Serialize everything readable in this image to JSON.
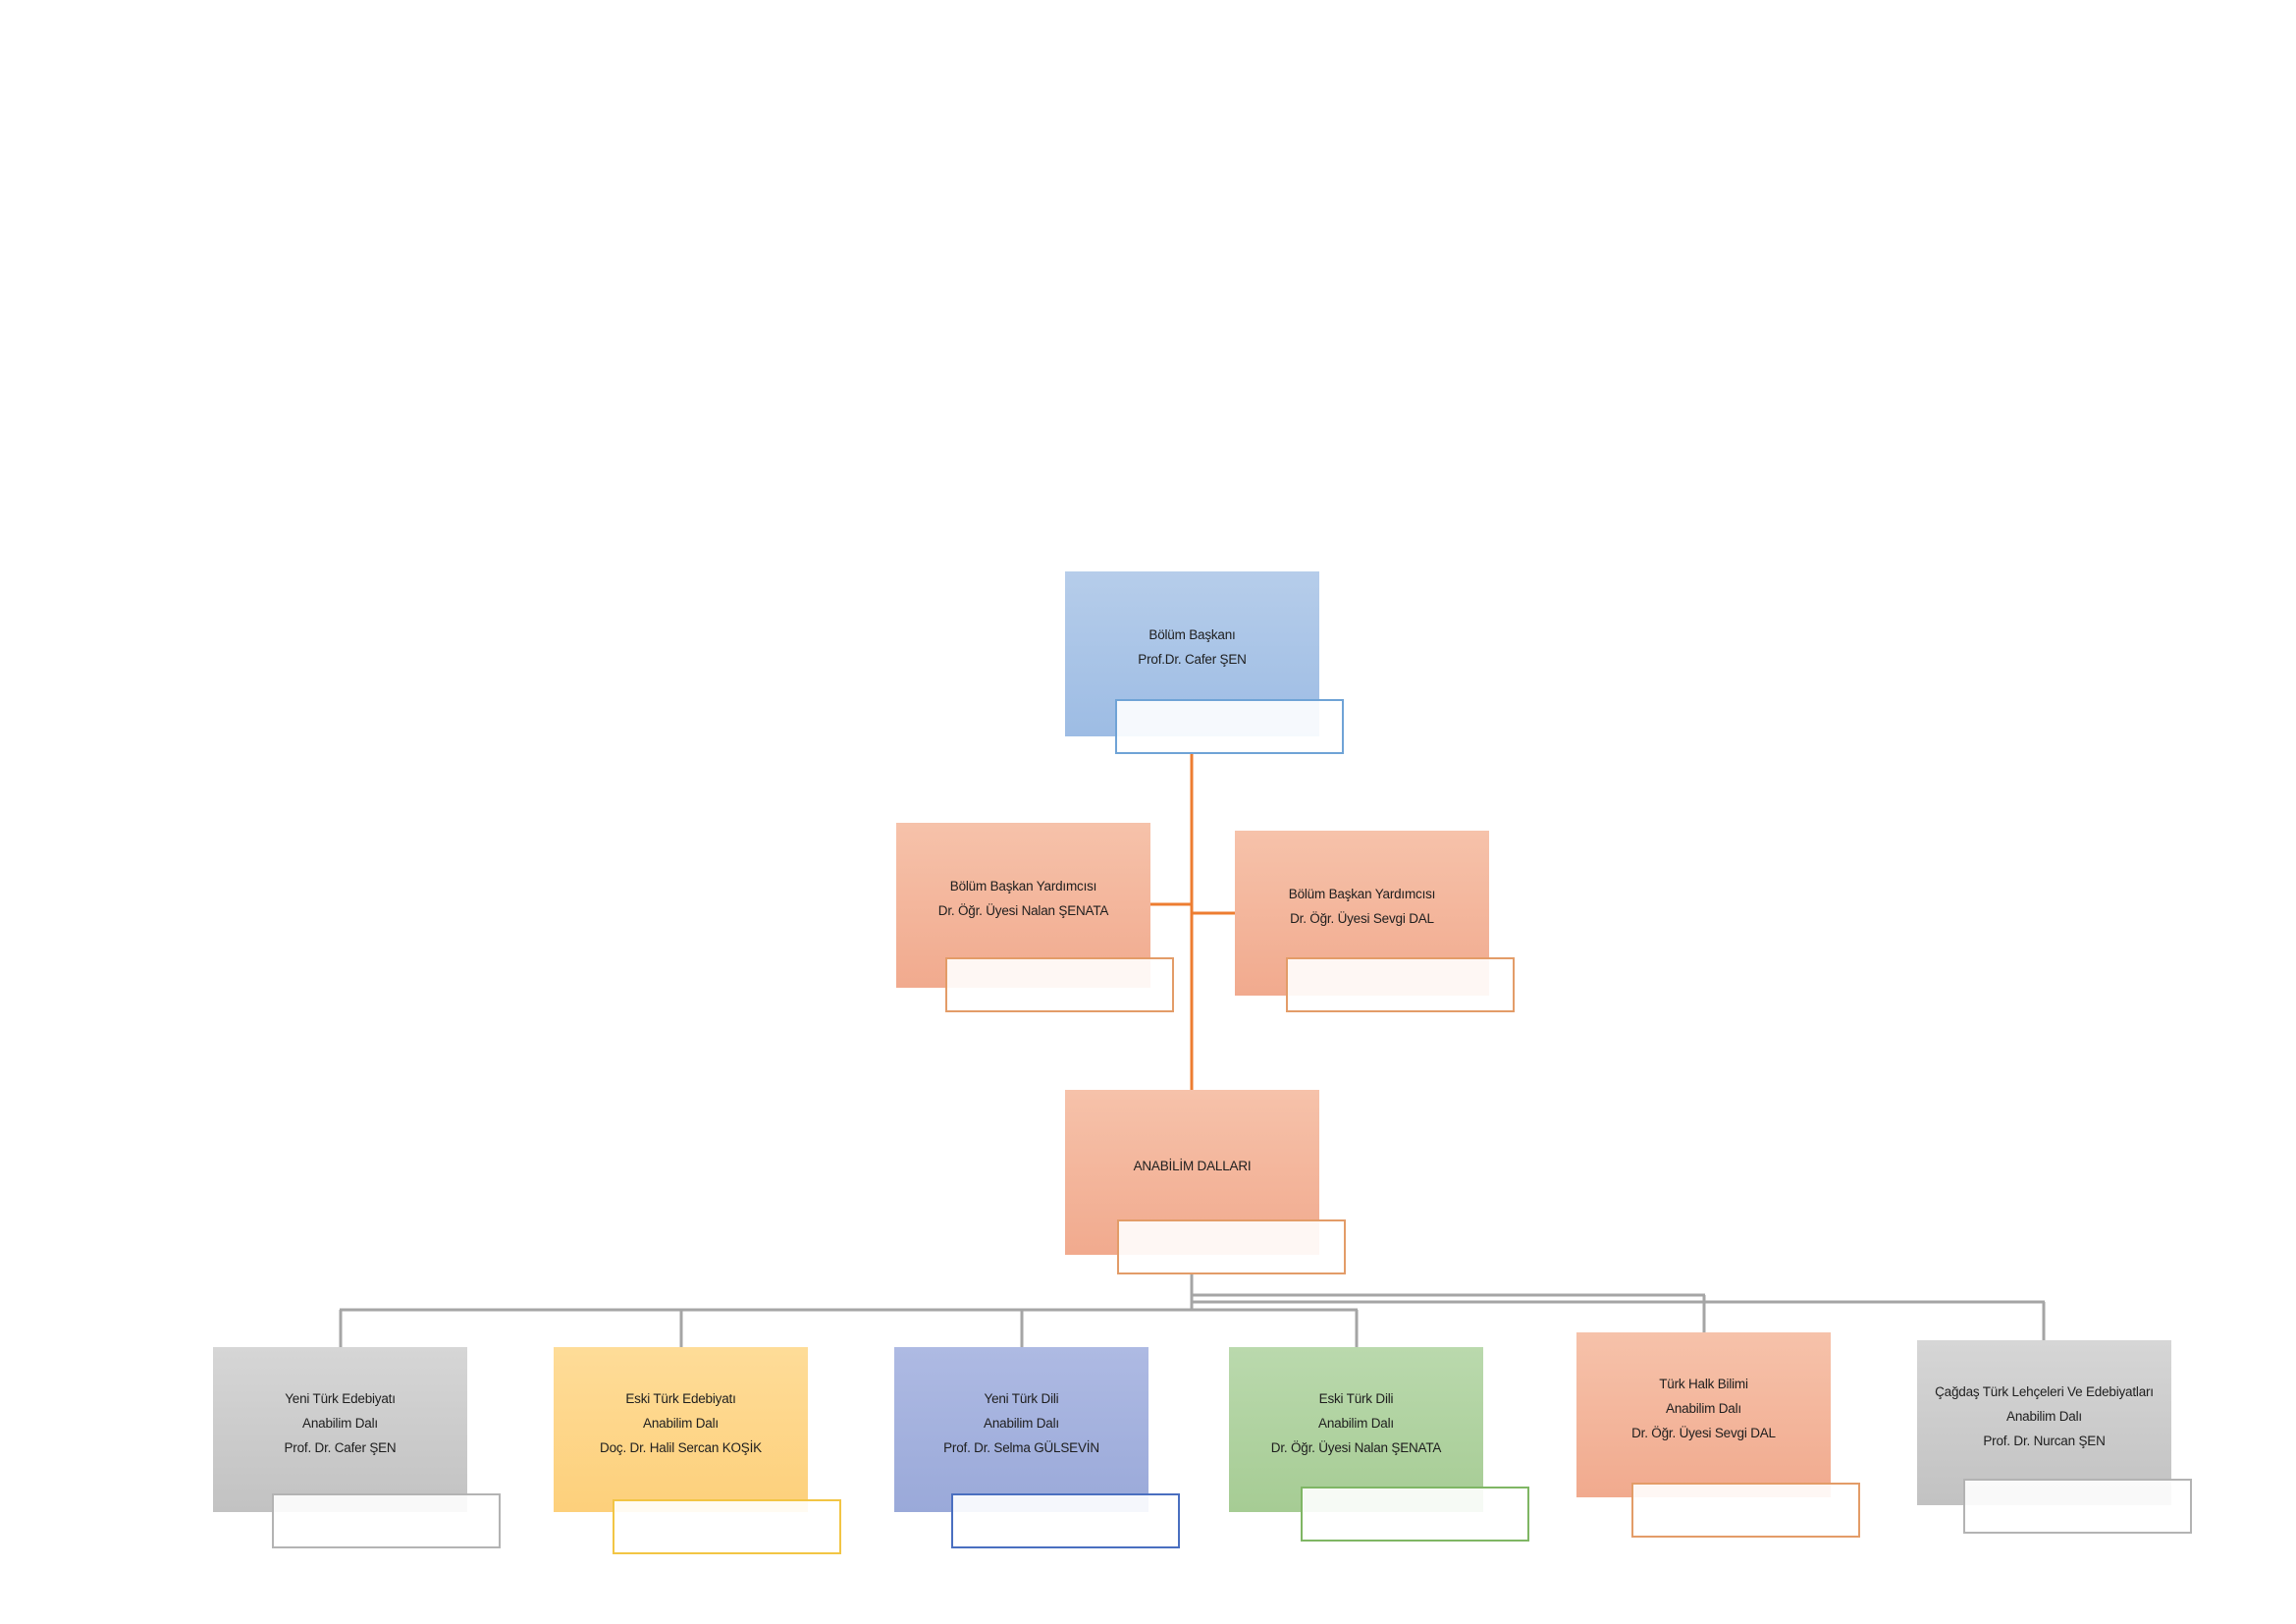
{
  "org": {
    "head": {
      "lines": [
        "Bölüm Başkanı",
        "Prof.Dr. Cafer ŞEN"
      ]
    },
    "deputies": [
      {
        "lines": [
          "Bölüm Başkan Yardımcısı",
          "Dr. Öğr. Üyesi Nalan ŞENATA"
        ]
      },
      {
        "lines": [
          "Bölüm Başkan Yardımcısı",
          "Dr. Öğr. Üyesi Sevgi DAL"
        ]
      }
    ],
    "departments_header": {
      "lines": [
        "ANABİLİM DALLARI"
      ]
    },
    "departments": [
      {
        "lines": [
          "Yeni Türk Edebiyatı",
          "Anabilim Dalı",
          "Prof. Dr. Cafer ŞEN"
        ]
      },
      {
        "lines": [
          "Eski Türk Edebiyatı",
          "Anabilim Dalı",
          "Doç. Dr. Halil Sercan KOŞİK"
        ]
      },
      {
        "lines": [
          "Yeni Türk Dili",
          "Anabilim Dalı",
          "Prof. Dr. Selma GÜLSEVİN"
        ]
      },
      {
        "lines": [
          "Eski Türk Dili",
          "Anabilim Dalı",
          "Dr. Öğr. Üyesi Nalan ŞENATA"
        ]
      },
      {
        "lines": [
          "Türk Halk Bilimi",
          "Anabilim Dalı",
          "Dr. Öğr. Üyesi Sevgi DAL"
        ]
      },
      {
        "lines": [
          "Çağdaş Türk Lehçeleri Ve Edebiyatları",
          "Anabilim Dalı",
          "Prof. Dr. Nurcan ŞEN"
        ]
      }
    ]
  },
  "colors": {
    "head_fill": "#a9c5e8",
    "deputy_fill": "#f4b89e",
    "departments_header_fill": "#f4b89e",
    "connector_upper": "#ed7d31",
    "connector_lower": "#a5a5a5",
    "dept_gray_fill": "#cbcbcb",
    "dept_yellow_fill": "#fed584",
    "dept_indigo_fill": "#a3b1df",
    "dept_green_fill": "#add19c",
    "dept_salmon_fill": "#f4b89e"
  }
}
